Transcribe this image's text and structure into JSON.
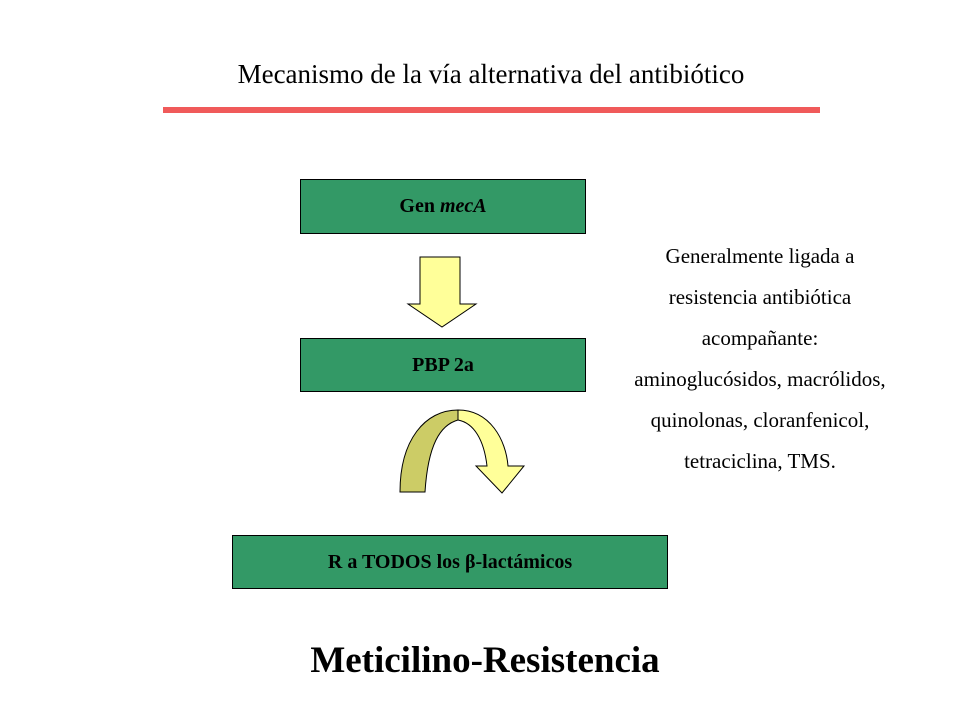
{
  "title": "Mecanismo de la vía alternativa del antibiótico",
  "colors": {
    "box_fill": "#339966",
    "underline": "#f05a5a",
    "arrow_fill": "#ffff99",
    "arrow_shade": "#cccc66"
  },
  "boxes": {
    "gen_prefix": "Gen ",
    "gen_italic": "mecA",
    "pbp": "PBP 2a",
    "resistance": "R a TODOS los β-lactámicos"
  },
  "side_note": "Generalmente ligada a\nresistencia antibiótica\nacompañante:\naminoglucósidos, macrólidos,\nquinolonas, cloranfenicol,\ntetraciclina, TMS.",
  "footer": "Meticilino-Resistencia",
  "icons": [
    "down-arrow-icon",
    "curved-arrow-icon"
  ]
}
